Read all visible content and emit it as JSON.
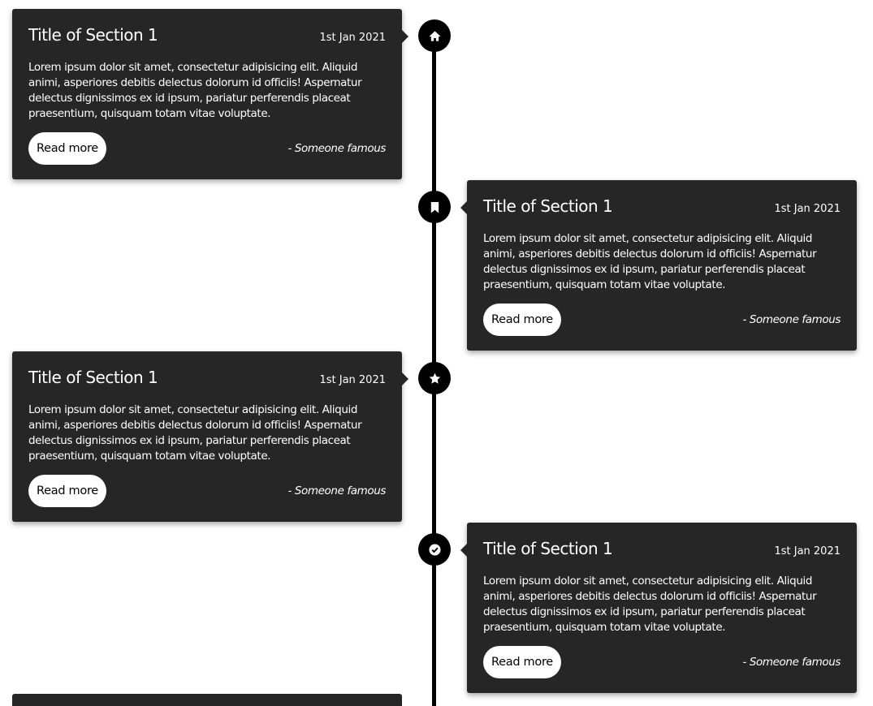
{
  "entries": [
    {
      "title": "Title of Section 1",
      "date": "1st Jan 2021",
      "body": "Lorem ipsum dolor sit amet, consectetur adipisicing elit. Aliquid animi, asperiores debitis delectus dolorum id officiis! Aspernatur delectus dignissimos ex id ipsum, pariatur perferendis placeat praesentium, quisquam totam vitae voluptate.",
      "button_label": "Read more",
      "quote": "- Someone famous",
      "icon": "home-icon",
      "side": "left"
    },
    {
      "title": "Title of Section 1",
      "date": "1st Jan 2021",
      "body": "Lorem ipsum dolor sit amet, consectetur adipisicing elit. Aliquid animi, asperiores debitis delectus dolorum id officiis! Aspernatur delectus dignissimos ex id ipsum, pariatur perferendis placeat praesentium, quisquam totam vitae voluptate.",
      "button_label": "Read more",
      "quote": "- Someone famous",
      "icon": "bookmark-icon",
      "side": "right"
    },
    {
      "title": "Title of Section 1",
      "date": "1st Jan 2021",
      "body": "Lorem ipsum dolor sit amet, consectetur adipisicing elit. Aliquid animi, asperiores debitis delectus dolorum id officiis! Aspernatur delectus dignissimos ex id ipsum, pariatur perferendis placeat praesentium, quisquam totam vitae voluptate.",
      "button_label": "Read more",
      "quote": "- Someone famous",
      "icon": "star-icon",
      "side": "left"
    },
    {
      "title": "Title of Section 1",
      "date": "1st Jan 2021",
      "body": "Lorem ipsum dolor sit amet, consectetur adipisicing elit. Aliquid animi, asperiores debitis delectus dolorum id officiis! Aspernatur delectus dignissimos ex id ipsum, pariatur perferendis placeat praesentium, quisquam totam vitae voluptate.",
      "button_label": "Read more",
      "quote": "- Someone famous",
      "icon": "check-circle-icon",
      "side": "right"
    }
  ],
  "colors": {
    "card_background": "#262626",
    "timeline": "#000000",
    "text": "#ffffff",
    "button_background": "#ffffff"
  }
}
